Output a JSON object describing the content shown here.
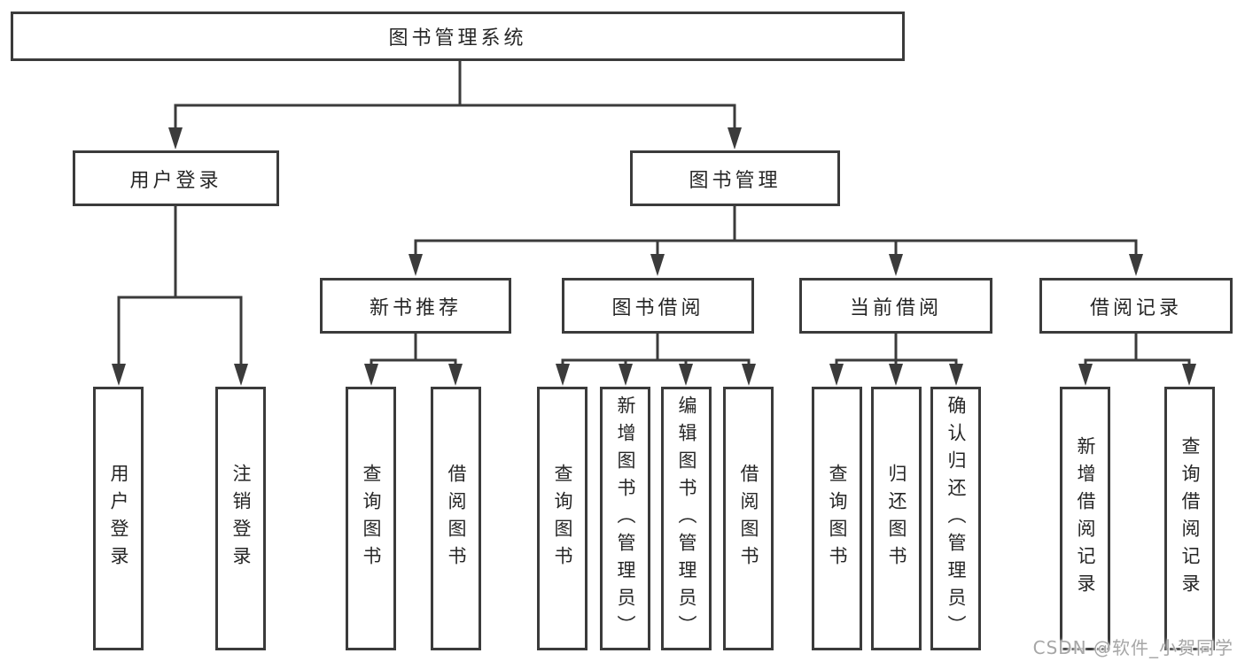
{
  "tree": {
    "root": {
      "label": "图书管理系统",
      "children": [
        {
          "label": "用户登录",
          "children": [
            {
              "label": "用户登录"
            },
            {
              "label": "注销登录"
            }
          ]
        },
        {
          "label": "图书管理",
          "children": [
            {
              "label": "新书推荐",
              "children": [
                {
                  "label": "查询图书"
                },
                {
                  "label": "借阅图书"
                }
              ]
            },
            {
              "label": "图书借阅",
              "children": [
                {
                  "label": "查询图书"
                },
                {
                  "label": "新增图书（管理员）"
                },
                {
                  "label": "编辑图书（管理员）"
                },
                {
                  "label": "借阅图书"
                }
              ]
            },
            {
              "label": "当前借阅",
              "children": [
                {
                  "label": "查询图书"
                },
                {
                  "label": "归还图书"
                },
                {
                  "label": "确认归还（管理员）"
                }
              ]
            },
            {
              "label": "借阅记录",
              "children": [
                {
                  "label": "新增借阅记录"
                },
                {
                  "label": "查询借阅记录"
                }
              ]
            }
          ]
        }
      ]
    }
  },
  "watermark": {
    "text": "CSDN @软件_小贺同学"
  },
  "colors": {
    "line": "#3b3b3b",
    "box_border": "#3b3b3b",
    "text": "#262626",
    "watermark_text": "#a6a6a6",
    "background": "#ffffff"
  }
}
